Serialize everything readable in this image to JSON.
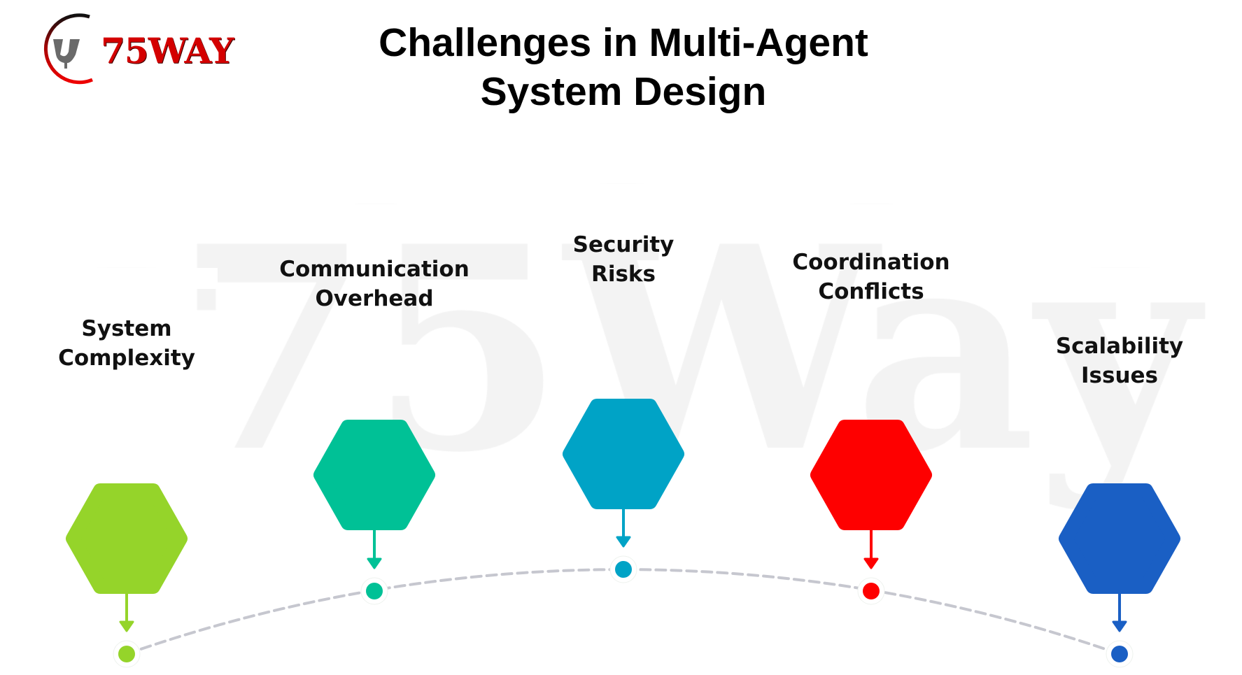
{
  "logo": {
    "text": "75WAY"
  },
  "title": {
    "line1": "Challenges in Multi-Agent",
    "line2": "System Design"
  },
  "watermark": "75Way",
  "steps": [
    {
      "label_line1": "System",
      "label_line2": "Complexity",
      "color": "#95d42a"
    },
    {
      "label_line1": "Communication",
      "label_line2": "Overhead",
      "color": "#00c196"
    },
    {
      "label_line1": "Security",
      "label_line2": "Risks",
      "color": "#00a3c6"
    },
    {
      "label_line1": "Coordination",
      "label_line2": "Conflicts",
      "color": "#fe0000"
    },
    {
      "label_line1": "Scalability",
      "label_line2": "Issues",
      "color": "#1a5fc4"
    }
  ],
  "connector_color": "#c6c7cf"
}
